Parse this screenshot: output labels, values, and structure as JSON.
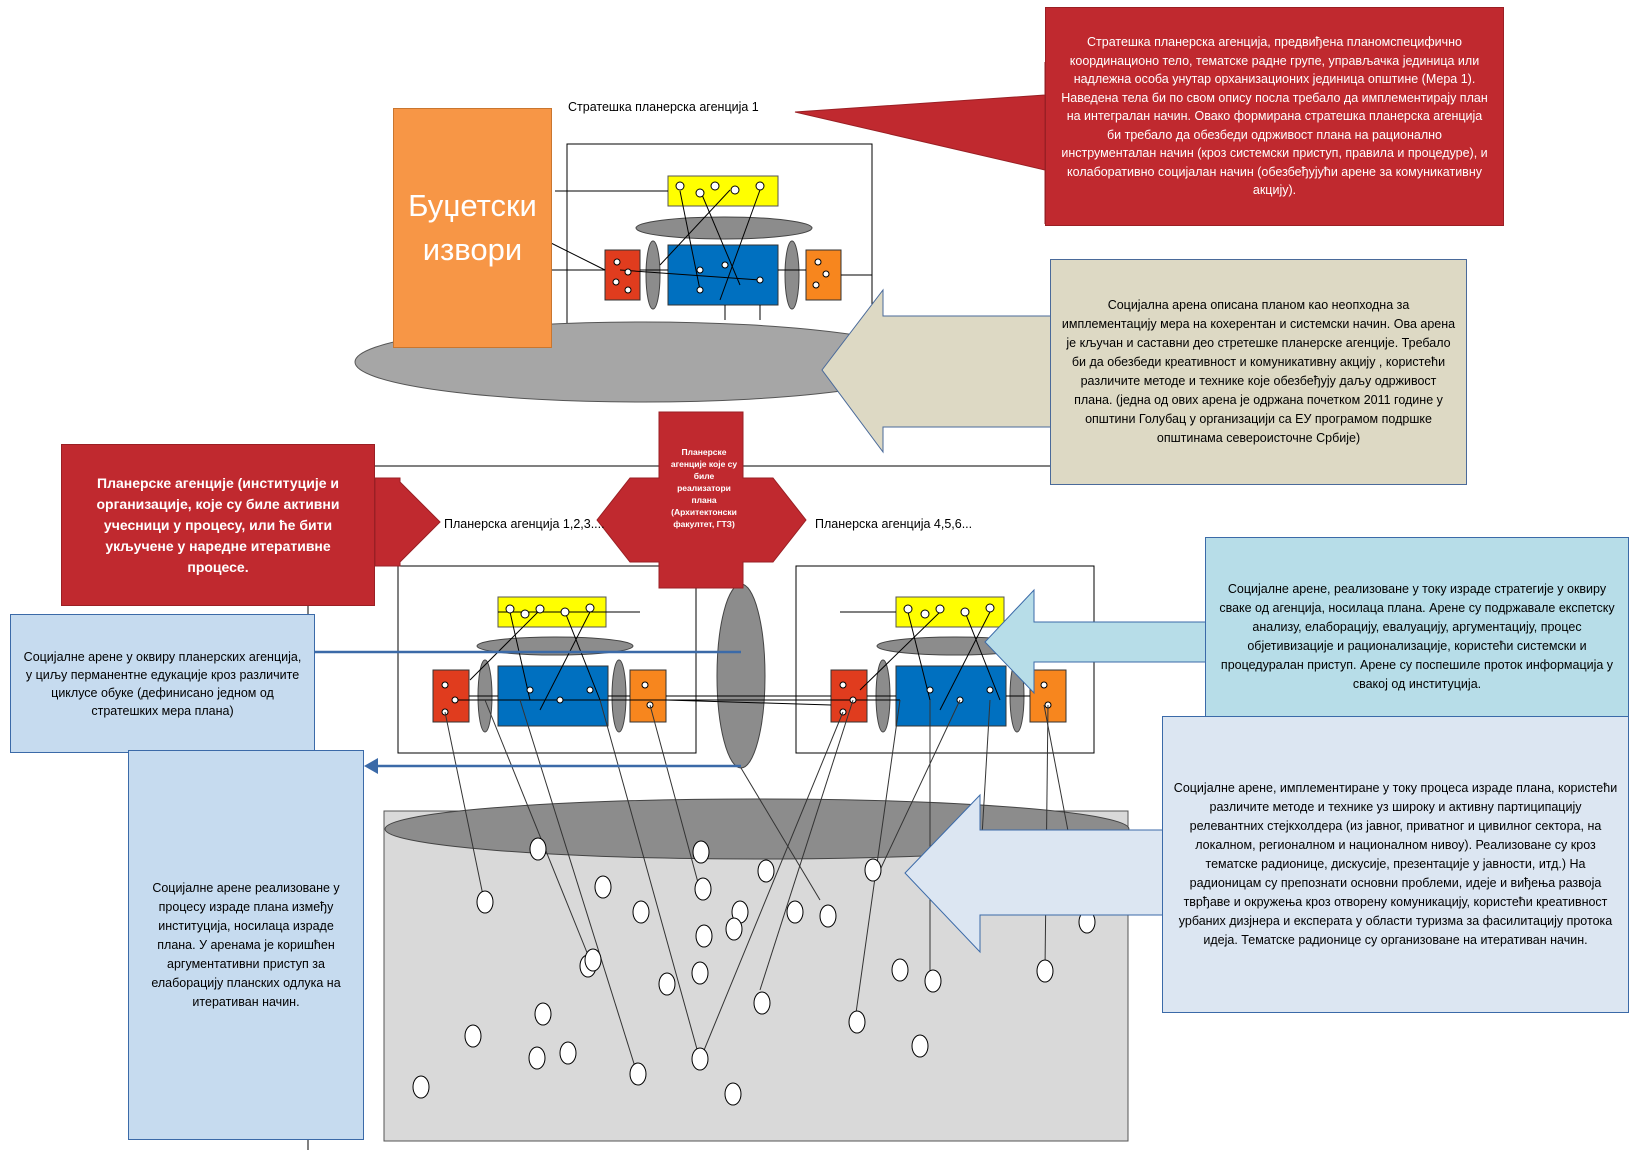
{
  "budget_sources": "Буџетски извори",
  "labels": {
    "agency1": "Стратешка планерска агенција 1",
    "agency123": "Планерска агенција 1,2,3....",
    "agency456": "Планерска агенција 4,5,6..."
  },
  "callouts": {
    "strategic_agency": "Стратешка планерска агенција, предвиђена планомспецифично координационо тело, тематске радне групе, управљачка јединица или надлежна особа унутар орханизационих јединица општине (Мера 1). Наведена тела би по свом опису посла требало да имплементирају план на интегралан начин. Овако формирана стратешка планерска агенција би требало да обезбеди одрживост плана на рационално инструменталан начин (кроз системски приступ, правила и процедуре), и колаборативно социјалан начин (обезбеђујући арене за комуникативну акцију).",
    "social_arena": "Социјална арена описана планом као неопходна за имплементацију мера на кохерентан и системски начин. Ова арена је кључан и саставни део стретешке планерске агенције. Требало би да обезбеди креативност и комуникативну акцију , користећи различите методе и технике које обезбеђују даљу одрживост плана.   (једна од ових арена је одржана почетком 2011 године у општини Голубац  у организацији са ЕУ програмом подршке општинама североисточне Србије)",
    "planning_agencies": "Планерске агенције (институције и организације, које су биле активни учесници у процесу, или ће бити укључене у наредне итеративне процесе.",
    "center_agencies": "Планерске агенције које су биле реализатори плана (Архитектонски факултет, ГТЗ)",
    "training_arenas": "Социјалне арене у оквиру планерских агенција,  у циљу перманентне едукације кроз различите циклусе обуке (дефинисано једном од стратешких мера плана)",
    "institution_arenas": "Социјалне арене реализоване у процесу израде плана између институција, носилаца израде плана. У аренама је коришћен аргументативни приступ за елаборацију планских одлука на итеративан начин.",
    "strategy_arenas": "Социјалне арене, реализоване у току израде стратегије у оквиру сваке од агенција, носилаца плана. Арене су подржавале експетску анализу, елаборацију, евалуацију, аргументацију, процес објетивизације и рационализације, користећи системски и процедуралан приступ. Арене су поспешиле проток информација у свакој од институција.",
    "participation_arenas": "Социјалне арене, имплементиране у току процеса израде плана, користећи различите методе и технике уз широку и активну партиципацију релевантних стејкхолдера (из јавног, приватног и цивилног сектора, на локалном, регионалном и националном нивоу). Реализоване су кроз тематске радионице, дискусије, презентације у јавности, итд.) На радионицам су препознати основни проблеми, идеје и виђења развоја тврђаве и окружења кроз отворену комуникацију, користећи креативност урбаних дизјнера и експерата у области туризма за фасилитацију протока идеја. Тематске радионице су организоване на итеративан начин."
  },
  "colors": {
    "red": "#c0292f",
    "orange": "#f79646",
    "yellow": "#ffff00",
    "blue": "#0070c0",
    "tan": "#ddd9c4",
    "light_blue": "#c6dbef",
    "teal": "#b7dde8",
    "grey_ellipse": "#8c8c8c"
  }
}
